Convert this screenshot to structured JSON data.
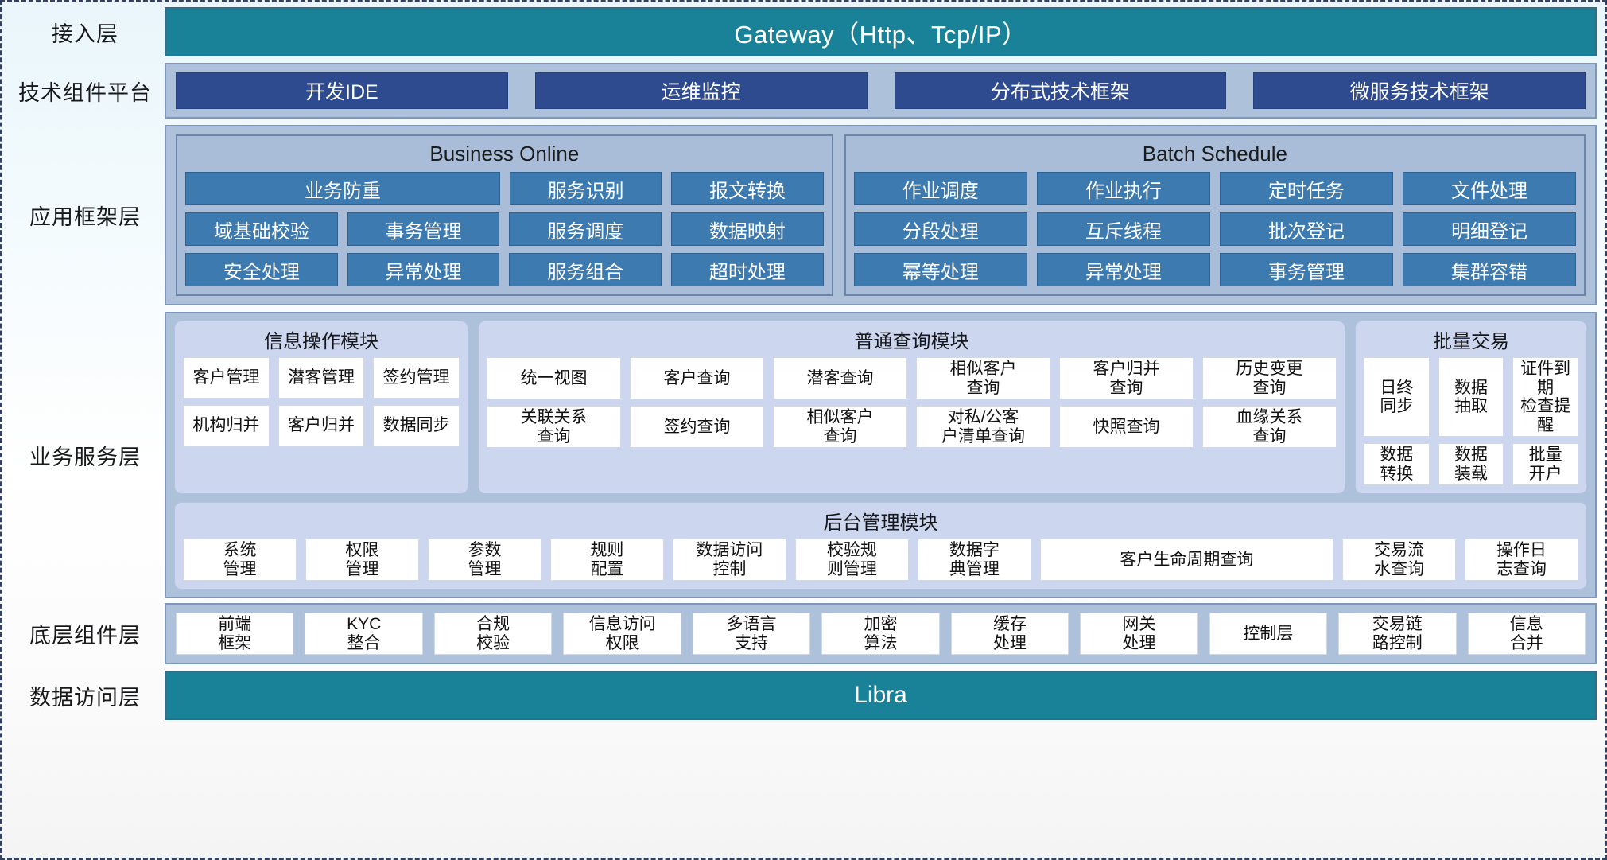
{
  "layers": {
    "access": {
      "label": "接入层",
      "bar": "Gateway（Http、Tcp/IP）"
    },
    "tech": {
      "label": "技术组件平台",
      "buttons": [
        "开发IDE",
        "运维监控",
        "分布式技术框架",
        "微服务技术框架"
      ]
    },
    "app": {
      "label": "应用框架层",
      "groups": [
        {
          "title": "Business Online",
          "rows": [
            [
              "业务防重",
              "服务识别",
              "报文转换"
            ],
            [
              "域基础校验",
              "事务管理",
              "服务调度",
              "数据映射"
            ],
            [
              "安全处理",
              "异常处理",
              "服务组合",
              "超时处理"
            ]
          ]
        },
        {
          "title": "Batch Schedule",
          "rows": [
            [
              "作业调度",
              "作业执行",
              "定时任务",
              "文件处理"
            ],
            [
              "分段处理",
              "互斥线程",
              "批次登记",
              "明细登记"
            ],
            [
              "幂等处理",
              "异常处理",
              "事务管理",
              "集群容错"
            ]
          ]
        }
      ]
    },
    "business": {
      "label": "业务服务层",
      "modules": [
        {
          "title": "信息操作模块",
          "rows": [
            [
              "客户管理",
              "潜客管理",
              "签约管理"
            ],
            [
              "机构归并",
              "客户归并",
              "数据同步"
            ]
          ]
        },
        {
          "title": "普通查询模块",
          "rows": [
            [
              "统一视图",
              "客户查询",
              "潜客查询",
              "相似客户\n查询",
              "客户归并\n查询",
              "历史变更\n查询"
            ],
            [
              "关联关系\n查询",
              "签约查询",
              "相似客户\n查询",
              "对私/公客\n户清单查询",
              "快照查询",
              "血缘关系\n查询"
            ]
          ]
        },
        {
          "title": "批量交易",
          "rows": [
            [
              "日终\n同步",
              "数据\n抽取",
              "证件到期\n检查提醒"
            ],
            [
              "数据\n转换",
              "数据\n装载",
              "批量\n开户"
            ]
          ]
        }
      ],
      "admin": {
        "title": "后台管理模块",
        "cells": [
          "系统\n管理",
          "权限\n管理",
          "参数\n管理",
          "规则\n配置",
          "数据访问\n控制",
          "校验规\n则管理",
          "数据字\n典管理",
          "客户生命周期查询",
          "交易流\n水查询",
          "操作日\n志查询"
        ]
      }
    },
    "component": {
      "label": "底层组件层",
      "cells": [
        "前端\n框架",
        "KYC\n整合",
        "合规\n校验",
        "信息访问\n权限",
        "多语言\n支持",
        "加密\n算法",
        "缓存\n处理",
        "网关\n处理",
        "控制层",
        "交易链\n路控制",
        "信息\n合并"
      ]
    },
    "data_access": {
      "label": "数据访问层",
      "bar": "Libra"
    }
  },
  "colors": {
    "teal": "#1a8298",
    "panel_blue": "#aec1da",
    "dark_blue_btn": "#2e4b8f",
    "mid_blue_cell": "#3d7ab0",
    "module_bg": "#ccd6ef",
    "white_cell": "#ffffff"
  }
}
